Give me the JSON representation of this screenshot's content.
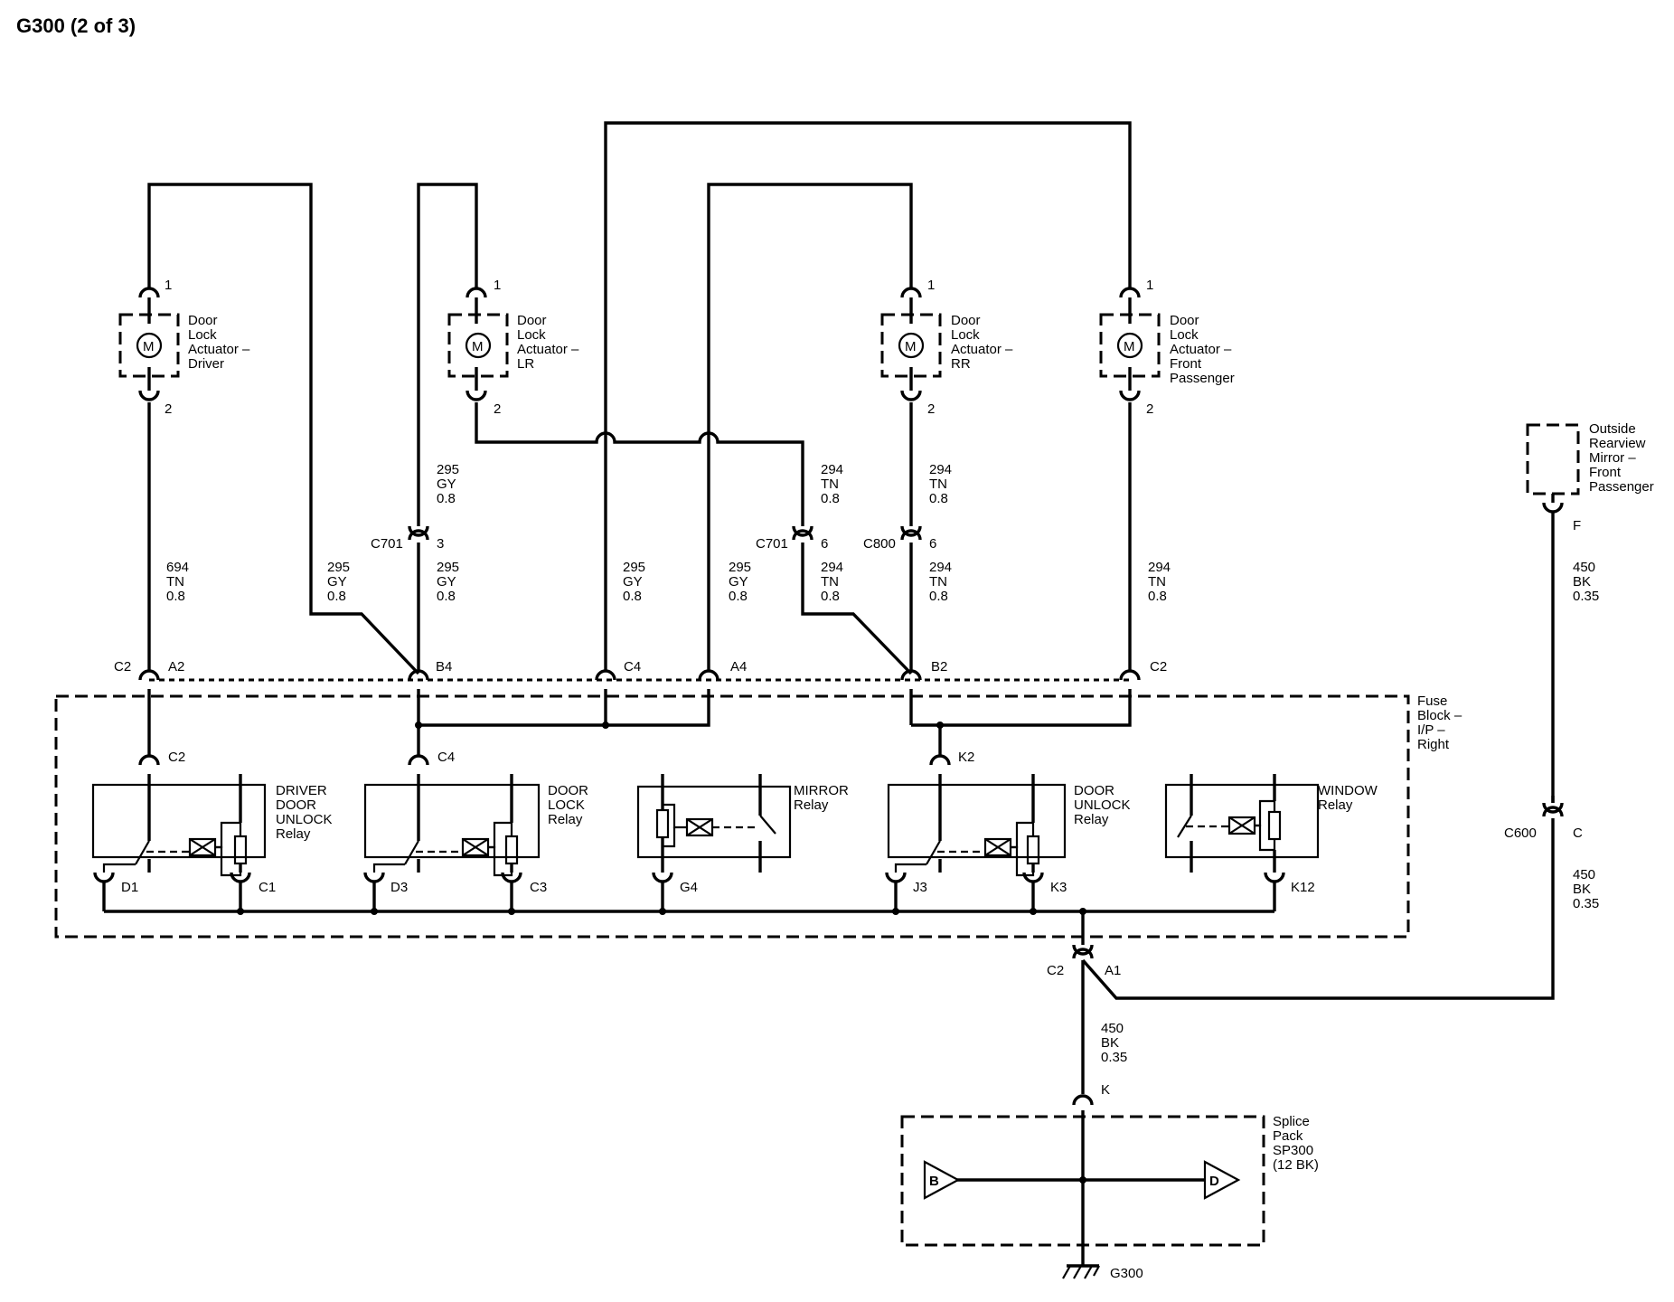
{
  "title": "G300 (2 of 3)",
  "actuators": [
    {
      "lines": [
        "Door",
        "Lock",
        "Actuator –",
        "Driver"
      ],
      "symbol": "M",
      "pin_top": "1",
      "pin_bottom": "2"
    },
    {
      "lines": [
        "Door",
        "Lock",
        "Actuator –",
        "LR"
      ],
      "symbol": "M",
      "pin_top": "1",
      "pin_bottom": "2"
    },
    {
      "lines": [
        "Door",
        "Lock",
        "Actuator –",
        "RR"
      ],
      "symbol": "M",
      "pin_top": "1",
      "pin_bottom": "2"
    },
    {
      "lines": [
        "Door",
        "Lock",
        "Actuator –",
        "Front",
        "Passenger"
      ],
      "symbol": "M",
      "pin_top": "1",
      "pin_bottom": "2"
    }
  ],
  "mirror_component": {
    "lines": [
      "Outside",
      "Rearview",
      "Mirror –",
      "Front",
      "Passenger"
    ],
    "pin": "F"
  },
  "wire_labels": [
    {
      "circuit": "694",
      "color": "TN",
      "size": "0.8"
    },
    {
      "circuit": "295",
      "color": "GY",
      "size": "0.8"
    },
    {
      "circuit": "295",
      "color": "GY",
      "size": "0.8"
    },
    {
      "circuit": "295",
      "color": "GY",
      "size": "0.8"
    },
    {
      "circuit": "295",
      "color": "GY",
      "size": "0.8"
    },
    {
      "circuit": "295",
      "color": "GY",
      "size": "0.8"
    },
    {
      "circuit": "294",
      "color": "TN",
      "size": "0.8"
    },
    {
      "circuit": "294",
      "color": "TN",
      "size": "0.8"
    },
    {
      "circuit": "294",
      "color": "TN",
      "size": "0.8"
    },
    {
      "circuit": "294",
      "color": "TN",
      "size": "0.8"
    },
    {
      "circuit": "294",
      "color": "TN",
      "size": "0.8"
    },
    {
      "circuit": "450",
      "color": "BK",
      "size": "0.35"
    },
    {
      "circuit": "450",
      "color": "BK",
      "size": "0.35"
    },
    {
      "circuit": "450",
      "color": "BK",
      "size": "0.35"
    }
  ],
  "inline_connectors": [
    {
      "name": "C701",
      "pin": "3"
    },
    {
      "name": "C701",
      "pin": "6"
    },
    {
      "name": "C800",
      "pin": "6"
    },
    {
      "name": "C600",
      "pin": "C"
    }
  ],
  "fuse_block": {
    "lines": [
      "Fuse",
      "Block –",
      "I/P –",
      "Right"
    ],
    "top_pins": [
      {
        "connector": "C2",
        "pin": "A2"
      },
      {
        "pin": "B4"
      },
      {
        "pin": "C4"
      },
      {
        "pin": "A4"
      },
      {
        "pin": "B2"
      },
      {
        "pin": "C2"
      }
    ],
    "internal_pins": [
      "C2",
      "C4",
      "K2"
    ],
    "relays": [
      {
        "lines": [
          "DRIVER",
          "DOOR",
          "UNLOCK",
          "Relay"
        ]
      },
      {
        "lines": [
          "DOOR",
          "LOCK",
          "Relay"
        ]
      },
      {
        "lines": [
          "MIRROR",
          "Relay"
        ]
      },
      {
        "lines": [
          "DOOR",
          "UNLOCK",
          "Relay"
        ]
      },
      {
        "lines": [
          "WINDOW",
          "Relay"
        ]
      }
    ],
    "bottom_pins": [
      "D1",
      "C1",
      "D3",
      "C3",
      "G4",
      "J3",
      "K3",
      "K12"
    ],
    "ground_connector": {
      "connector": "C2",
      "pin": "A1"
    }
  },
  "splice_pack": {
    "lines": [
      "Splice",
      "Pack",
      "SP300",
      "(12 BK)"
    ],
    "pin": "K",
    "left": "B",
    "right": "D"
  },
  "ground": "G300"
}
